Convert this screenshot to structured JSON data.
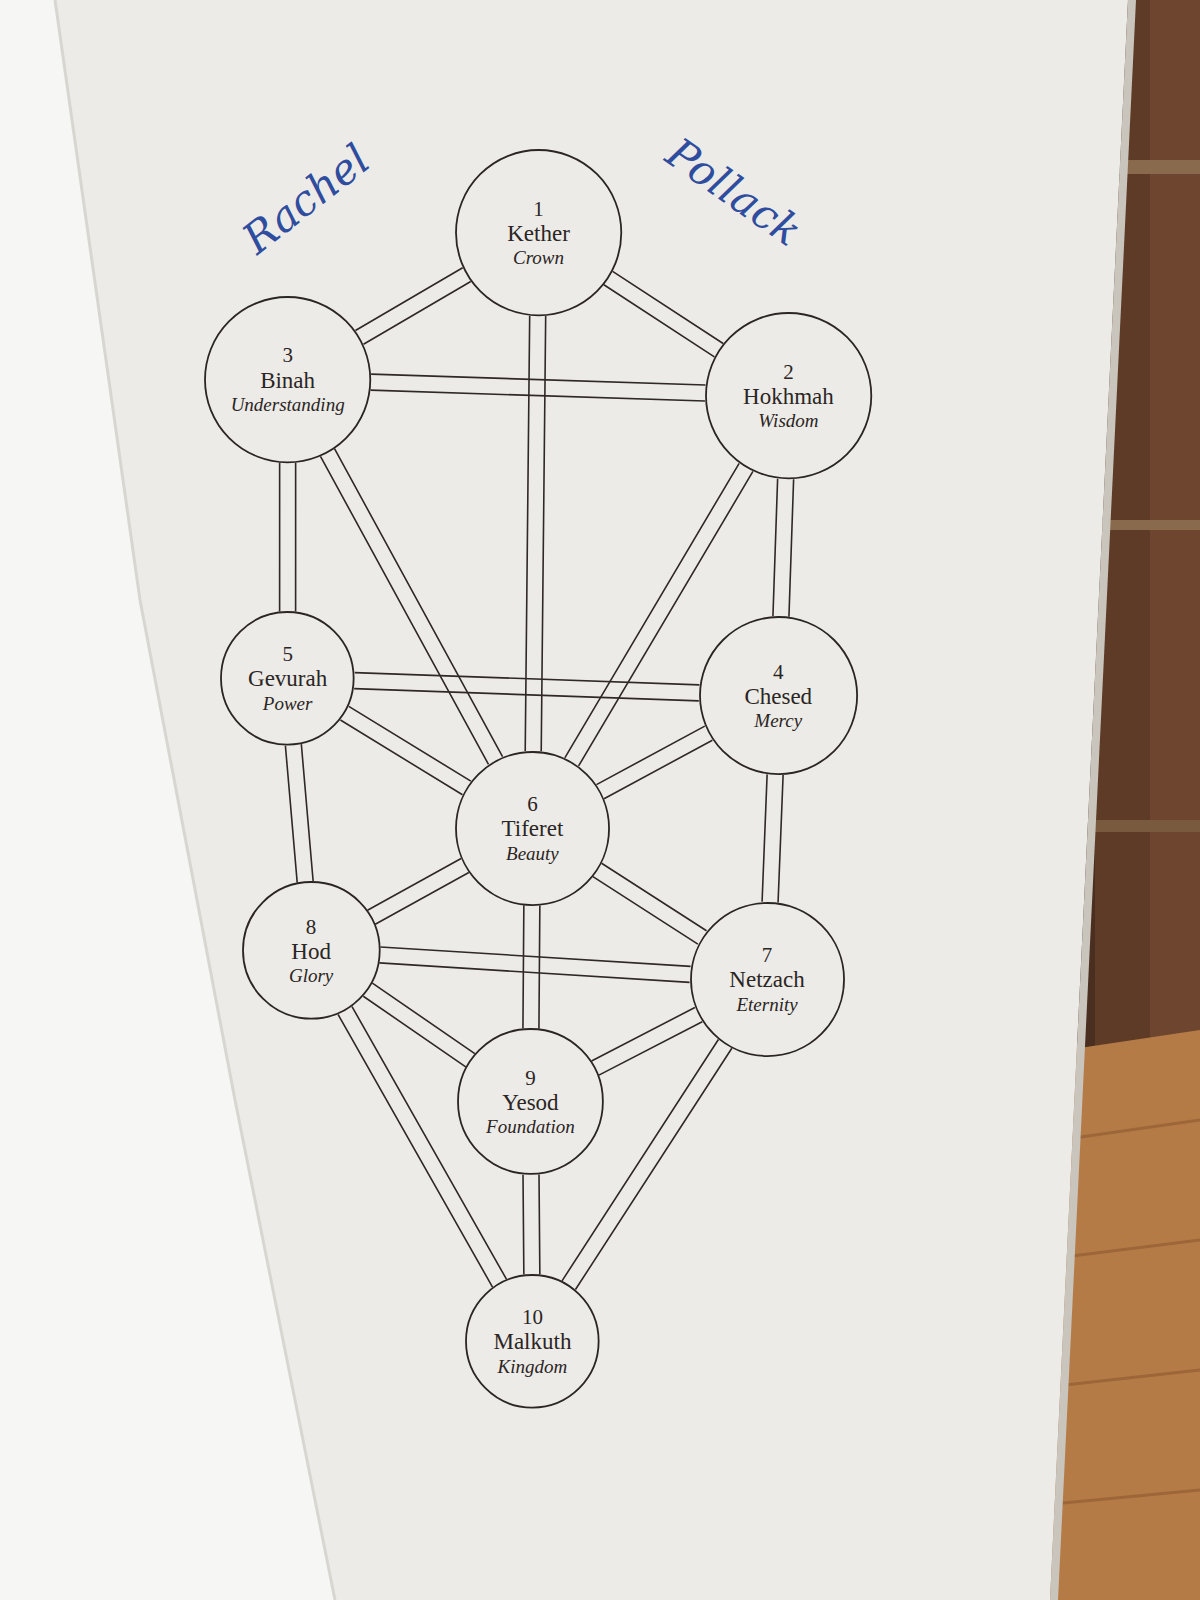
{
  "diagram": {
    "nodes": [
      {
        "text": [
          "1",
          "Kether",
          "Crown"
        ]
      },
      {
        "text": [
          "3",
          "Binah",
          "Understanding"
        ]
      },
      {
        "text": [
          "2",
          "Hokhmah",
          "Wisdom"
        ]
      },
      {
        "text": [
          "5",
          "Gevurah",
          "Power"
        ]
      },
      {
        "text": [
          "4",
          "Chesed",
          "Mercy"
        ]
      },
      {
        "text": [
          "6",
          "Tiferet",
          "Beauty"
        ]
      },
      {
        "text": [
          "8",
          "Hod",
          "Glory"
        ]
      },
      {
        "text": [
          "7",
          "Netzach",
          "Eternity"
        ]
      },
      {
        "text": [
          "9",
          "Yesod",
          "Foundation"
        ]
      },
      {
        "text": [
          "10",
          "Malkuth",
          "Kingdom"
        ]
      }
    ],
    "edges": [
      {
        "from": 0,
        "to": 1,
        "arrow": "none"
      },
      {
        "from": 0,
        "to": 2,
        "arrow": "none"
      },
      {
        "from": 1,
        "to": 2,
        "arrow": "none"
      },
      {
        "from": 0,
        "to": 5,
        "arrow": "none"
      },
      {
        "from": 1,
        "to": 3,
        "arrow": "none"
      },
      {
        "from": 1,
        "to": 5,
        "arrow": "none"
      },
      {
        "from": 2,
        "to": 4,
        "arrow": "none"
      },
      {
        "from": 2,
        "to": 5,
        "arrow": "none"
      },
      {
        "from": 3,
        "to": 4,
        "arrow": "none"
      },
      {
        "from": 3,
        "to": 5,
        "arrow": "none"
      },
      {
        "from": 4,
        "to": 5,
        "arrow": "none"
      },
      {
        "from": 3,
        "to": 6,
        "arrow": "none"
      },
      {
        "from": 4,
        "to": 7,
        "arrow": "none"
      },
      {
        "from": 5,
        "to": 6,
        "arrow": "none"
      },
      {
        "from": 5,
        "to": 7,
        "arrow": "none"
      },
      {
        "from": 5,
        "to": 8,
        "arrow": "none"
      },
      {
        "from": 6,
        "to": 7,
        "arrow": "none"
      },
      {
        "from": 6,
        "to": 8,
        "arrow": "none"
      },
      {
        "from": 7,
        "to": 8,
        "arrow": "none"
      },
      {
        "from": 6,
        "to": 9,
        "arrow": "none"
      },
      {
        "from": 7,
        "to": 9,
        "arrow": "none"
      },
      {
        "from": 8,
        "to": 9,
        "arrow": "none"
      }
    ],
    "labels": [
      "Rachel",
      "Pollack"
    ]
  }
}
